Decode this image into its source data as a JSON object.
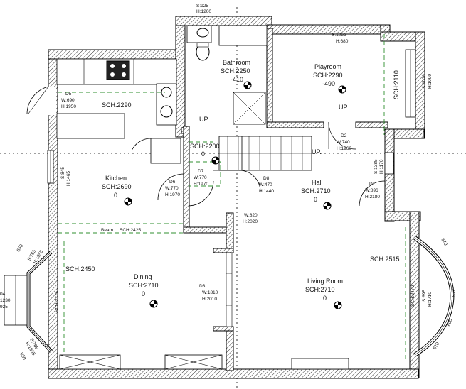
{
  "rooms": {
    "bathroom": {
      "name": "Bathroom",
      "sch": "SCH:2250",
      "lvl": "-410"
    },
    "playroom": {
      "name": "Playroom",
      "sch": "SCH:2290",
      "lvl": "-490"
    },
    "kitchen": {
      "name": "Kitchen",
      "sch": "SCH:2690",
      "lvl": "0"
    },
    "hall": {
      "name": "Hall",
      "sch": "SCH:2710",
      "lvl": "0"
    },
    "dining": {
      "name": "Dining",
      "sch": "SCH:2710",
      "lvl": "0"
    },
    "living": {
      "name": "Living Room",
      "sch": "SCH:2710",
      "lvl": "0"
    },
    "landing": {
      "sch": "SCH:2200",
      "lvl": "0"
    }
  },
  "doors": {
    "d1": [
      "D1",
      "W:896",
      "H:2180"
    ],
    "d2": [
      "D2",
      "W:740",
      "H:1960"
    ],
    "d3": [
      "D3",
      "W:1810",
      "H:2010"
    ],
    "d5": [
      "D5",
      "W:690",
      "H:1950"
    ],
    "d6": [
      "D6",
      "W:770",
      "H:1970"
    ],
    "d7": [
      "D7",
      "W:770",
      "H:1970"
    ],
    "d8": [
      "D8",
      "W:470",
      "H:1440"
    ],
    "w820": [
      "W:820",
      "H:2020"
    ]
  },
  "labels": {
    "top_s": "S:925",
    "top_h": "H:1200",
    "play_s": "S:1055",
    "play_h": "H:680",
    "kitchen_sch": "SCH:2290",
    "play_sch_right": "SCH:2110",
    "right_s": "S:1020",
    "right_h": "H:1090",
    "hall_s": "S:1385",
    "hall_h": "H:1170",
    "kitchen_win": "S:845",
    "kitchen_win_h": "H:1465",
    "beam": "Beam",
    "beam_sch": "SCH:2425",
    "dining_sch_left": "SCH:2450",
    "dining_sch_vert": "SCH:2375",
    "living_sch_right": "SCH:2515",
    "bay_sch": "SCH:2470",
    "bay_s": "S:695",
    "bay_h": "H:1710",
    "up1": "UP",
    "up2": "UP",
    "up3": "UP.",
    "dim_850": "850",
    "dim_820": "820",
    "dim_670a": "670",
    "dim_670b": "670",
    "dim_572": "572",
    "dim_600": "600",
    "s765a": "S:765",
    "h1655a": "H:1655",
    "s765b": "S:765",
    "h1655b": "H:1655",
    "left_04": "04",
    "left_1230": "1230",
    "left_925": "925"
  }
}
